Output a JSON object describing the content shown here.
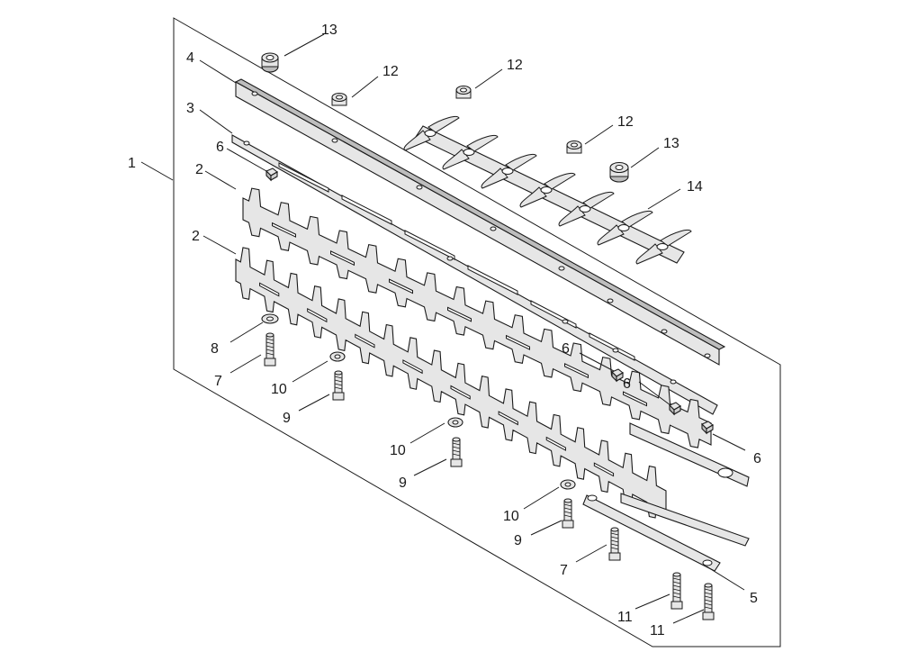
{
  "callouts": [
    {
      "id": "c1",
      "text": "1"
    },
    {
      "id": "c2a",
      "text": "2"
    },
    {
      "id": "c2b",
      "text": "2"
    },
    {
      "id": "c3",
      "text": "3"
    },
    {
      "id": "c4",
      "text": "4"
    },
    {
      "id": "c5",
      "text": "5"
    },
    {
      "id": "c6a",
      "text": "6"
    },
    {
      "id": "c6b",
      "text": "6"
    },
    {
      "id": "c6c",
      "text": "6"
    },
    {
      "id": "c6d",
      "text": "6"
    },
    {
      "id": "c7a",
      "text": "7"
    },
    {
      "id": "c7b",
      "text": "7"
    },
    {
      "id": "c8",
      "text": "8"
    },
    {
      "id": "c9a",
      "text": "9"
    },
    {
      "id": "c9b",
      "text": "9"
    },
    {
      "id": "c9c",
      "text": "9"
    },
    {
      "id": "c10a",
      "text": "10"
    },
    {
      "id": "c10b",
      "text": "10"
    },
    {
      "id": "c10c",
      "text": "10"
    },
    {
      "id": "c11a",
      "text": "11"
    },
    {
      "id": "c11b",
      "text": "11"
    },
    {
      "id": "c12a",
      "text": "12"
    },
    {
      "id": "c12b",
      "text": "12"
    },
    {
      "id": "c12c",
      "text": "12"
    },
    {
      "id": "c13a",
      "text": "13"
    },
    {
      "id": "c13b",
      "text": "13"
    },
    {
      "id": "c14",
      "text": "14"
    }
  ],
  "colors": {
    "ink": "#1a1a1a",
    "fill": "#e6e6e6",
    "paper": "#ffffff"
  }
}
